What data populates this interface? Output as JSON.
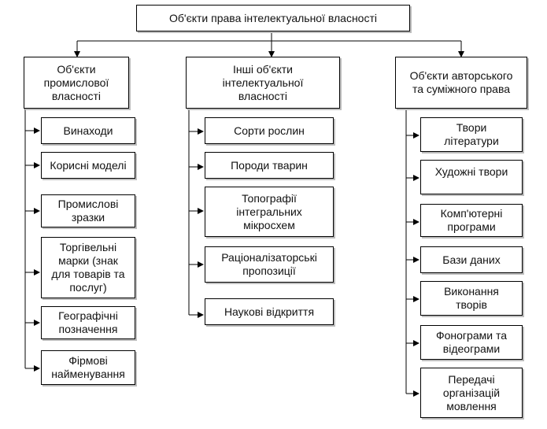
{
  "root": "Об'єкти права інтелектуальної власності",
  "columns": [
    {
      "header": "Об'єкти\nпромислової\nвласності",
      "items": [
        "Винаходи",
        "Корисні моделі",
        "Промислові\nзразки",
        "Торгівельні\nмарки (знак\nдля товарів та\nпослуг)",
        "Географічні\nпозначення",
        "Фірмові\nнайменування"
      ]
    },
    {
      "header": "Інші об'єкти\nінтелектуальної\nвласності",
      "items": [
        "Сорти рослин",
        "Породи тварин",
        "Топографії\nінтегральних\nмікросхем",
        "Раціоналізаторські\nпропозиції",
        "Наукові відкриття"
      ]
    },
    {
      "header": "Об'єкти авторського\nта суміжного права",
      "items": [
        "Твори\nлітератури",
        "Художні твори",
        "Комп'ютерні\nпрограми",
        "Бази даних",
        "Виконання\nтворів",
        "Фонограми та\nвідеограми",
        "Передачі\nорганізацій\nмовлення"
      ]
    }
  ]
}
